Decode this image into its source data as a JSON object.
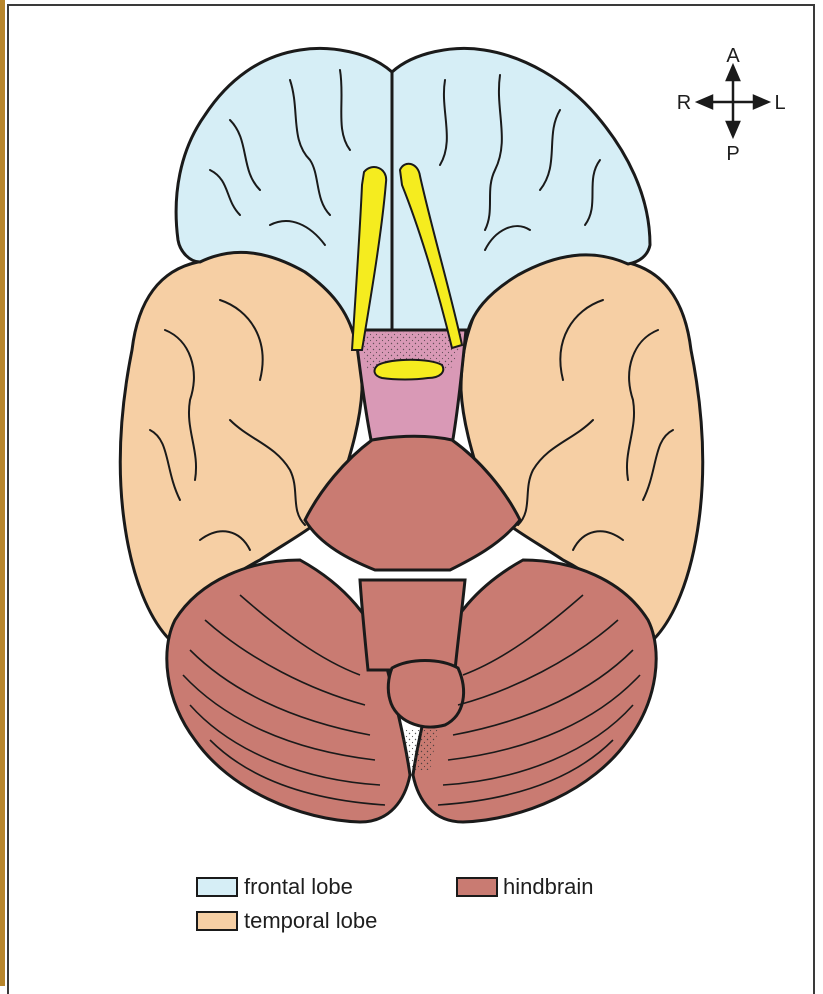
{
  "compass": {
    "anterior": "A",
    "posterior": "P",
    "right": "R",
    "left": "L"
  },
  "legend": [
    {
      "label": "frontal lobe",
      "color": "#d6eef6"
    },
    {
      "label": "hindbrain",
      "color": "#c97b72"
    },
    {
      "label": "temporal lobe",
      "color": "#f6cfa4"
    }
  ],
  "colors": {
    "frontal": "#d6eef6",
    "temporal": "#f6cfa4",
    "hindbrain": "#c97b72",
    "midbrain": "#d999b6",
    "optic": "#f5ec1f",
    "frame": "#b8862b"
  }
}
